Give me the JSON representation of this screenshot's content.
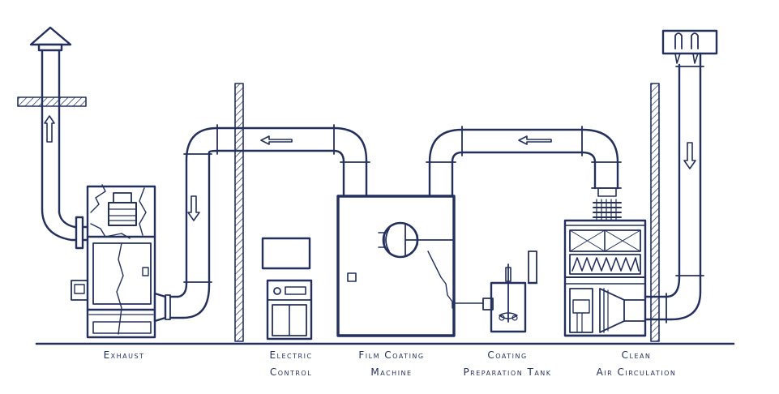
{
  "colors": {
    "line": "#23305e",
    "background": "#ffffff"
  },
  "labels": {
    "exhaust": "Exhaust",
    "electric_line1": "Electric",
    "electric_line2": "Control",
    "film_line1": "Film Coating",
    "film_line2": "Machine",
    "coating_line1": "Coating",
    "coating_line2": "Preparation Tank",
    "clean_line1": "Clean",
    "clean_line2": "Air Circulation"
  }
}
